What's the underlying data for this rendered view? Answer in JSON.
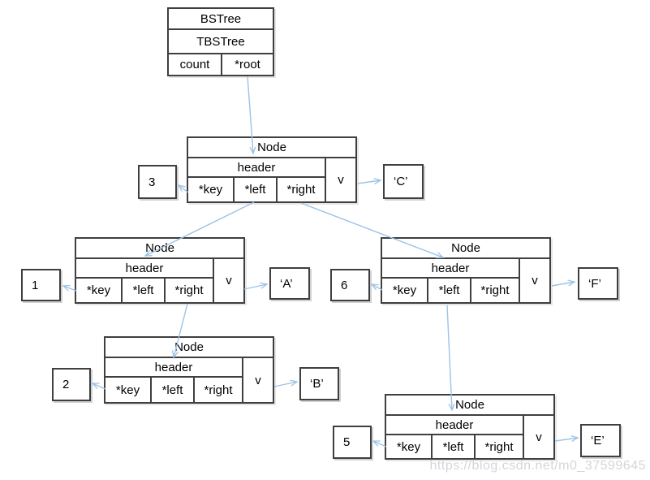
{
  "colors": {
    "arrow": "#9dc3e6",
    "box_border": "#3f3f3f",
    "watermark": "#d2d6db"
  },
  "struct_box": {
    "type_name": "BSTree",
    "typedef_name": "TBSTree",
    "fields": [
      "count",
      "*root"
    ]
  },
  "node_labels": {
    "title": "Node",
    "header": "header",
    "cells": [
      "*key",
      "*left",
      "*right",
      "v"
    ]
  },
  "nodes": [
    {
      "name": "node-c",
      "key": "3",
      "value": "‘C’"
    },
    {
      "name": "node-a",
      "key": "1",
      "value": "‘A’"
    },
    {
      "name": "node-f",
      "key": "6",
      "value": "‘F’"
    },
    {
      "name": "node-b",
      "key": "2",
      "value": "‘B’"
    },
    {
      "name": "node-e",
      "key": "5",
      "value": "‘E’"
    }
  ],
  "watermark": "https://blog.csdn.net/m0_37599645"
}
